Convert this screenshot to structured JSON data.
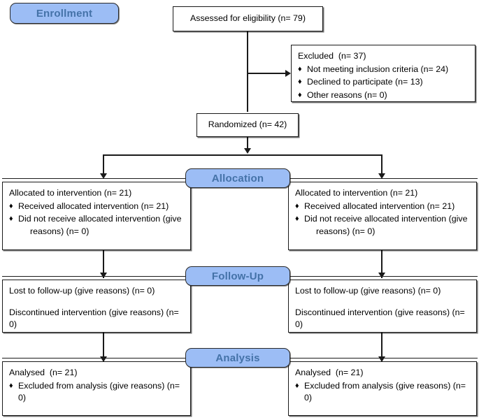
{
  "diagram": {
    "title": "CONSORT participant flow diagram",
    "colors": {
      "badge_fill": "#9CBDF5",
      "badge_text": "#4472A8",
      "box_border": "#1a1a1a",
      "background": "#ffffff"
    }
  },
  "stages": {
    "enrollment": "Enrollment",
    "allocation": "Allocation",
    "followup": "Follow-Up",
    "analysis": "Analysis"
  },
  "enrollment": {
    "assessed": "Assessed for eligibility (n= 79)",
    "excluded_title": "Excluded  (n= 37)",
    "excluded_items": [
      "Not meeting inclusion criteria (n= 24)",
      "Declined to participate (n= 13)",
      "Other reasons (n= 0)"
    ],
    "randomized": "Randomized (n= 42)"
  },
  "allocation": {
    "left": {
      "title": "Allocated to intervention (n= 21)",
      "items": [
        {
          "main": "Received allocated intervention (n= 21)",
          "cont": ""
        },
        {
          "main": "Did not receive allocated intervention (give",
          "cont": "reasons) (n= 0)"
        }
      ]
    },
    "right": {
      "title": "Allocated to intervention (n= 21)",
      "items": [
        {
          "main": "Received allocated intervention (n= 21)",
          "cont": ""
        },
        {
          "main": "Did not receive allocated intervention (give",
          "cont": "reasons) (n= 0)"
        }
      ]
    }
  },
  "followup": {
    "left": {
      "line1": "Lost to follow-up (give reasons) (n= 0)",
      "line2": "Discontinued intervention (give reasons) (n= 0)"
    },
    "right": {
      "line1": "Lost to follow-up (give reasons) (n= 0)",
      "line2": "Discontinued intervention (give reasons) (n= 0)"
    }
  },
  "analysis": {
    "left": {
      "title": "Analysed  (n= 21)",
      "items": [
        "Excluded from analysis (give reasons) (n= 0)"
      ]
    },
    "right": {
      "title": "Analysed  (n= 21)",
      "items": [
        "Excluded from analysis (give reasons) (n= 0)"
      ]
    }
  },
  "icons": {
    "bullet": "♦",
    "arrow_down": "arrow-down-icon",
    "arrow_right": "arrow-right-icon"
  }
}
